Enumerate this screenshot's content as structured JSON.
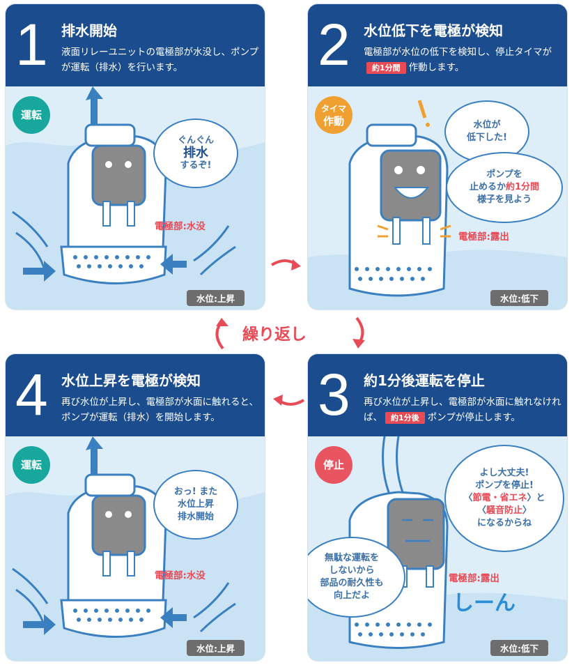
{
  "steps": [
    {
      "num": "1",
      "title": "排水開始",
      "desc": "液面リレーユニットの電極部が水没し、ポンプが運転（排水）を行います。",
      "status": "運転",
      "bubble": [
        "ぐんぐん",
        "排水",
        "するぞ!"
      ],
      "electrode": "電極部:水没",
      "water": "水位:上昇"
    },
    {
      "num": "2",
      "title": "水位低下を電極が検知",
      "desc_before": "電極部が水位の低下を検知し、停止タイマが",
      "desc_highlight": "約1分間",
      "desc_after": "作動します。",
      "status_line1": "タイマ",
      "status_line2": "作動",
      "bubble_a": [
        "水位が",
        "低下した!"
      ],
      "bubble_b_line1": "ポンプを",
      "bubble_b_line2_before": "止めるか",
      "bubble_b_line2_highlight": "約1分間",
      "bubble_b_line3": "様子を見よう",
      "electrode": "電極部:露出",
      "water": "水位:低下"
    },
    {
      "num": "3",
      "title": "約1分後運転を停止",
      "desc_before": "再び水位が上昇し、電極部が水面に触れなければ、",
      "desc_highlight": "約1分後",
      "desc_after": "ポンプが停止します。",
      "status": "停止",
      "bubble_a_line1": "よし大丈夫!",
      "bubble_a_line2": "ポンプを停止!",
      "bubble_a_line3_part1": "〈",
      "bubble_a_line3_red": "節電・省エネ",
      "bubble_a_line3_part2": "〉と",
      "bubble_a_line4_part1": "〈",
      "bubble_a_line4_red": "騒音防止",
      "bubble_a_line4_part2": "〉",
      "bubble_a_line5": "になるからね",
      "bubble_b": [
        "無駄な運転を",
        "しないから",
        "部品の耐久性も",
        "向上だよ"
      ],
      "electrode": "電極部:露出",
      "sound": "しーん",
      "water": "水位:低下"
    },
    {
      "num": "4",
      "title": "水位上昇を電極が検知",
      "desc": "再び水位が上昇し、電極部が水面に触れると、ポンプが運転（排水）を開始します。",
      "status": "運転",
      "bubble": [
        "おっ! また",
        "水位上昇",
        "排水開始"
      ],
      "electrode": "電極部:水没",
      "water": "水位:上昇"
    }
  ],
  "repeat_label": "繰り返し",
  "colors": {
    "header": "#1b4d8e",
    "panel": "#ddeef9",
    "accent_red": "#e84b56",
    "run_green": "#17a79c",
    "timer_orange": "#f0a030",
    "stop_red": "#e85561",
    "pump_outline": "#3a7fc0",
    "electrode_gray": "#8a8a8a"
  }
}
